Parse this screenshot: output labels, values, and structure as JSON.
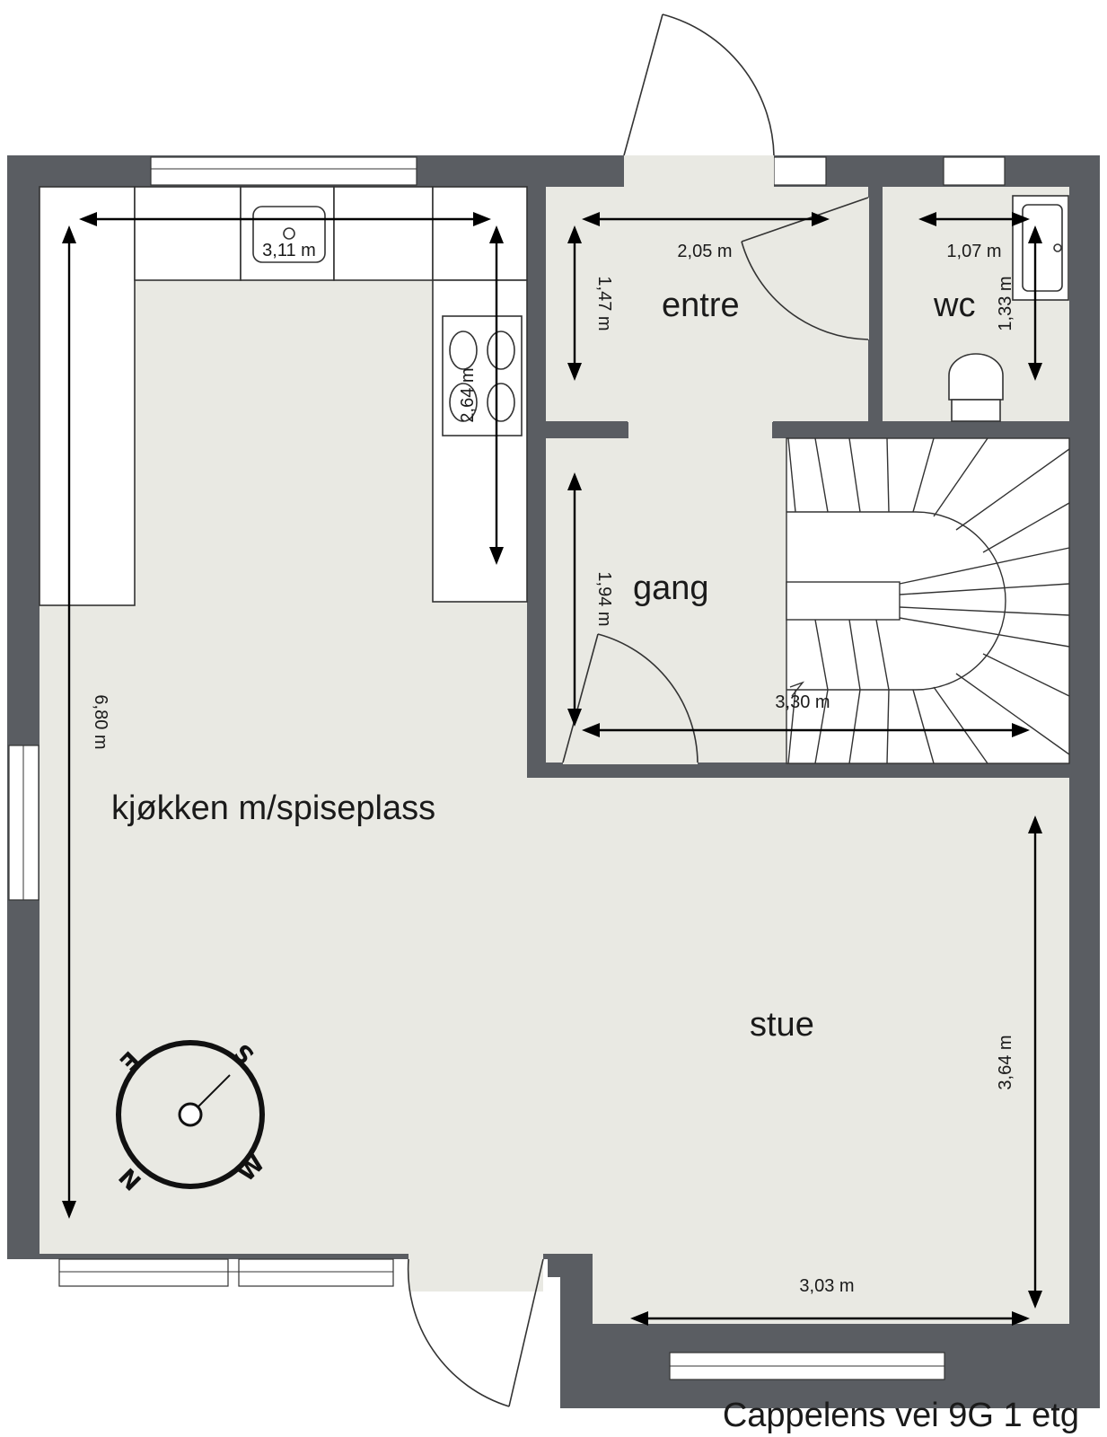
{
  "rooms": {
    "kitchen": "kjøkken m/spiseplass",
    "entre": "entre",
    "wc": "wc",
    "gang": "gang",
    "stue": "stue"
  },
  "dimensions": {
    "kitchen_width": "3,11 m",
    "kitchen_counter": "2,64 m",
    "kitchen_length": "6,80 m",
    "entre_width": "2,05 m",
    "entre_depth": "1,47 m",
    "wc_width": "1,07 m",
    "wc_depth": "1,33 m",
    "gang_depth": "1,94 m",
    "gang_width": "3,30 m",
    "stue_depth": "3,64 m",
    "stue_width": "3,03 m"
  },
  "compass": {
    "n": "N",
    "e": "E",
    "s": "S",
    "w": "W"
  },
  "caption": "Cappelens vei 9G 1 etg",
  "colors": {
    "wall": "#5a5d62",
    "floor": "#e9e9e3"
  }
}
